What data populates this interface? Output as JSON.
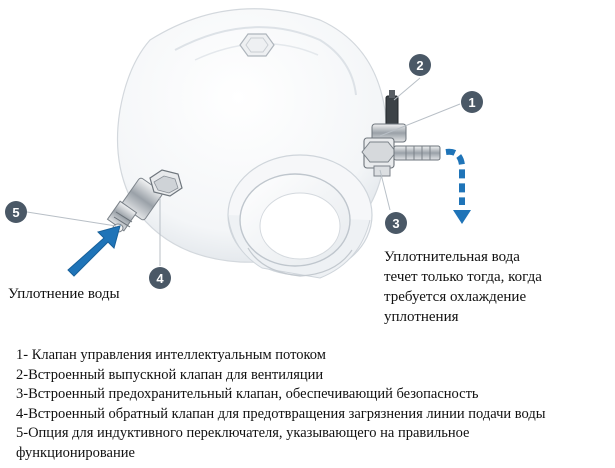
{
  "callouts": [
    {
      "number": "1"
    },
    {
      "number": "2"
    },
    {
      "number": "3"
    },
    {
      "number": "4"
    },
    {
      "number": "5"
    }
  ],
  "notes": {
    "left": "Уплотнение воды",
    "right": [
      "Уплотнительная вода",
      "течет только тогда, когда",
      "требуется охлаждение",
      "уплотнения"
    ]
  },
  "legend": [
    "1- Клапан управления интеллектуальным потоком",
    "2-Встроенный выпускной клапан для вентиляции",
    "3-Встроенный предохранительный клапан, обеспечивающий безопасность",
    "4-Встроенный обратный клапан для предотвращения загрязнения линии подачи воды",
    "5-Опция для индуктивного переключателя, указывающего на правильное",
    "функционирование"
  ],
  "colors": {
    "callout": "#4a5866",
    "arrow": "#1f74b8",
    "outline": "#c8ced4"
  },
  "icons": [
    "inflow-arrow",
    "outflow-dashed-arrow"
  ]
}
